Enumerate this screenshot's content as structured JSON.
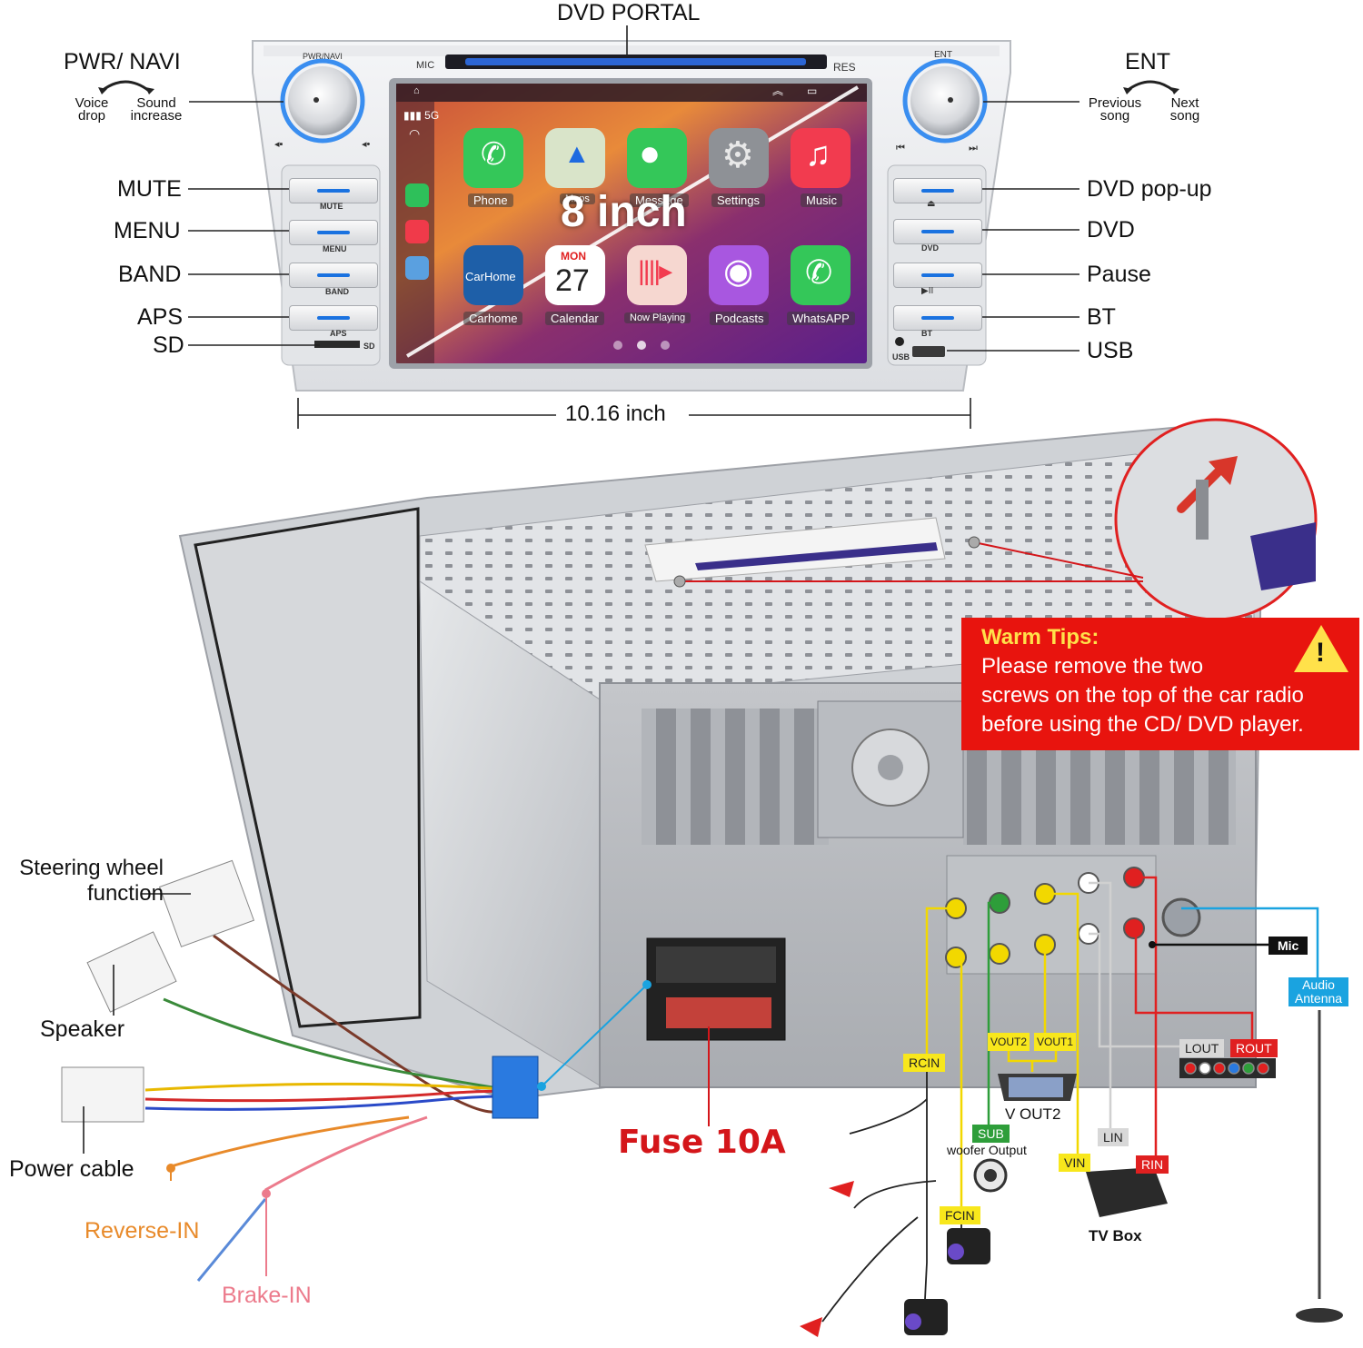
{
  "title": "DVD PORTAL",
  "front_labels": {
    "pwr_navi": "PWR/ NAVI",
    "voice_drop": "Voice drop",
    "sound_increase": "Sound increase",
    "mute": "MUTE",
    "menu": "MENU",
    "band": "BAND",
    "aps": "APS",
    "sd": "SD",
    "ent": "ENT",
    "previous_song": "Previous song",
    "next_song": "Next song",
    "dvd_popup": "DVD pop-up",
    "dvd": "DVD",
    "pause": "Pause",
    "bt": "BT",
    "usb": "USB"
  },
  "panel_text": {
    "pwr_navi": "PWR/NAVI",
    "mic": "MIC",
    "res": "RES",
    "ent": "ENT",
    "btn_mute": "MUTE",
    "btn_menu": "MENU",
    "btn_band": "BAND",
    "btn_aps": "APS",
    "btn_sd": "SD",
    "btn_dvd": "DVD",
    "btn_bt": "BT",
    "btn_usb": "USB"
  },
  "screen": {
    "status": "5G",
    "size_label": "8 inch",
    "apps_row1": [
      "Phone",
      "Maps",
      "Message",
      "Settings",
      "Music"
    ],
    "apps_row2": [
      "Carhome",
      "Calendar",
      "Now Playing",
      "Podcasts",
      "WhatsAPP"
    ],
    "carhome_tile": "CarHome",
    "calendar_day": "MON",
    "calendar_date": "27"
  },
  "width_label": "10.16 inch",
  "warm_tips": {
    "title": "Warm Tips:",
    "text": [
      "Please remove the two",
      "screws on the top of the car radio",
      "before using the CD/ DVD player."
    ]
  },
  "rear_labels": {
    "steering": "Steering wheel function",
    "speaker": "Speaker",
    "power_cable": "Power cable",
    "reverse_in": "Reverse-IN",
    "brake_in": "Brake-IN",
    "fuse": "Fuse 10A",
    "mic": "Mic",
    "audio_antenna": "Audio Antenna",
    "rcin": "RCIN",
    "vout2": "VOUT2",
    "vout1": "VOUT1",
    "v_out2": "V OUT2",
    "lout": "LOUT",
    "rout": "ROUT",
    "sub": "SUB",
    "woofer_output": "woofer Output",
    "lin": "LIN",
    "vin": "VIN",
    "rin": "RIN",
    "fcin": "FCIN",
    "tv_box": "TV Box"
  },
  "colors": {
    "accent_blue": "#1a72e0",
    "warm_tips_red": "#e8140e",
    "tag_yellow": "#f8e71c",
    "tag_green": "#2e9e3a",
    "tag_red": "#e02020",
    "fuse_red": "#d4161a",
    "reverse_orange": "#e88a2a",
    "brake_pink": "#ec7b8c"
  }
}
